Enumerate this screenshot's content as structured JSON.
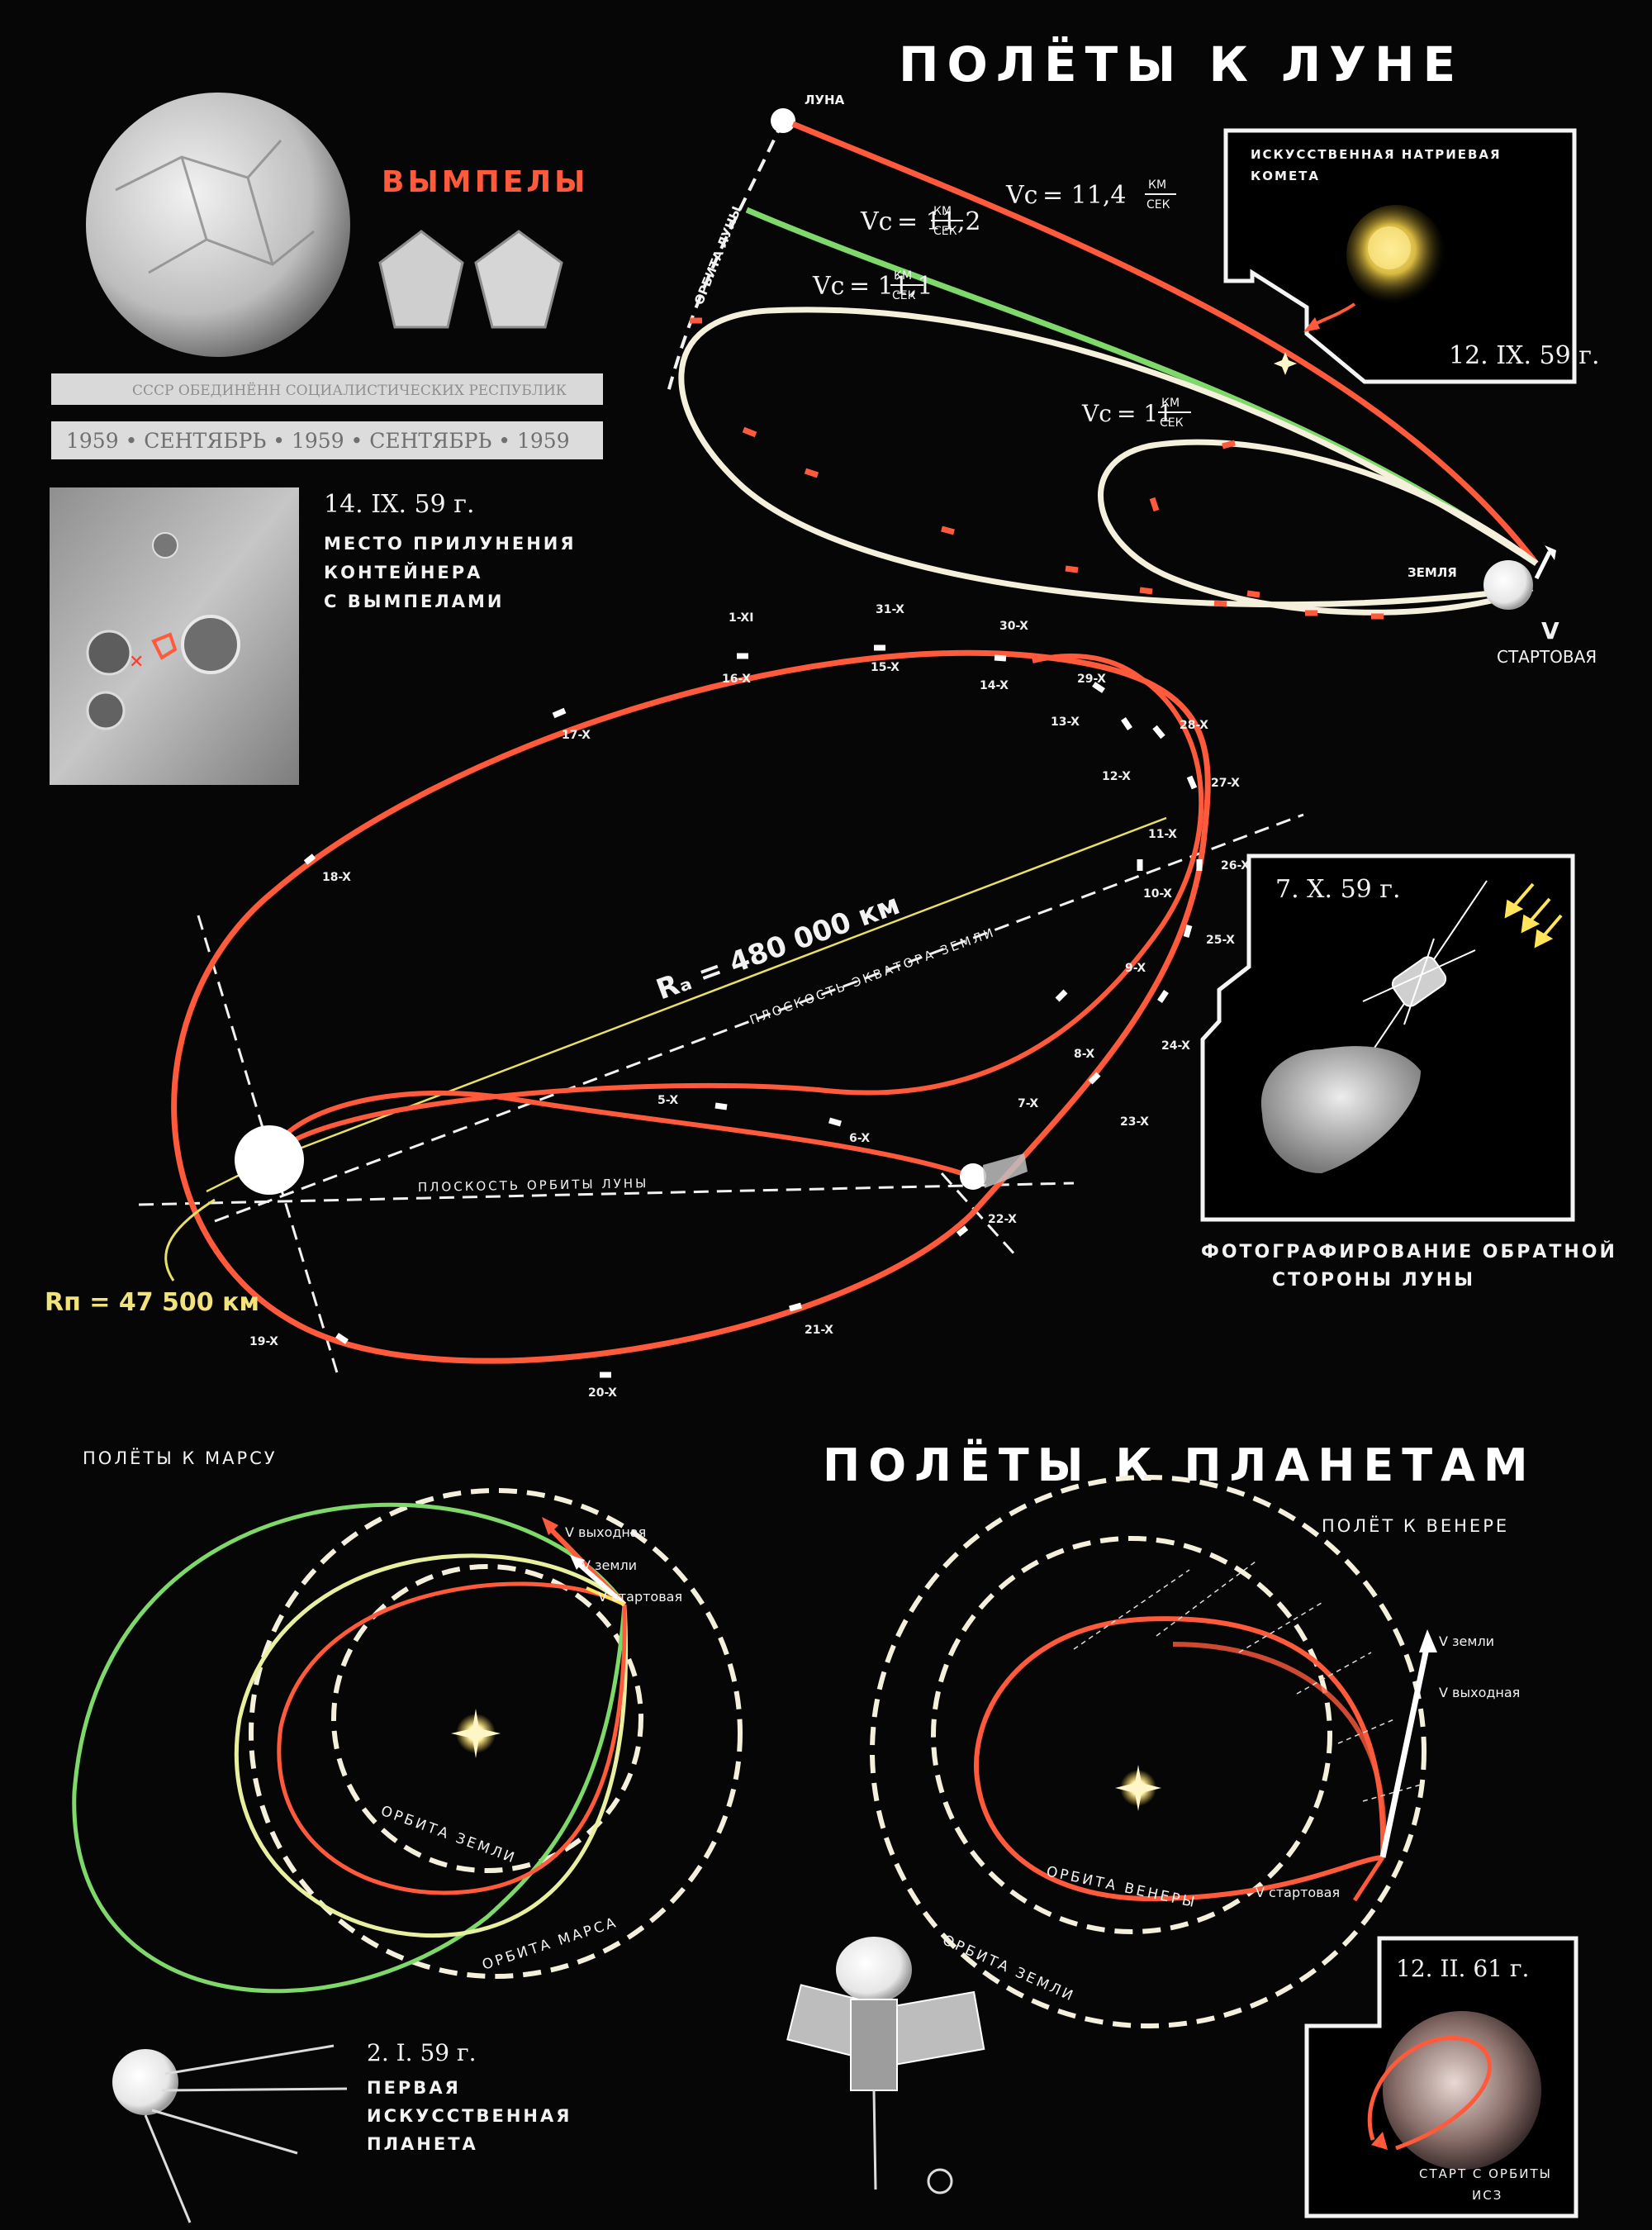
{
  "moon": {
    "title": "ПОЛЁТЫ К ЛУНЕ",
    "pennants_title": "ВЫМПЕЛЫ",
    "pennant_strip_top": "СССР ОБЕДИНЁНН СОЦИАЛИСТИЧЕСКИХ РЕСПУБЛИК",
    "pennant_strip_bottom": "1959 • СЕНТЯБРЬ • 1959 • СЕНТЯБРЬ • 1959",
    "landing_date": "14. IX. 59 г.",
    "landing_caption": [
      "МЕСТО ПРИЛУНЕНИЯ",
      "КОНТЕЙНЕРА",
      "С ВЫМПЕЛАМИ"
    ],
    "moon_label": "ЛУНА",
    "moon_orbit_label": "ОРБИТА ЛУНЫ",
    "earth_label": "ЗЕМЛЯ",
    "v_start": "V",
    "v_start_sub": "СТАРТОВАЯ",
    "velocities": [
      {
        "prefix": "Vc",
        "value": "= 11,4",
        "unit_top": "КМ",
        "unit_bottom": "СЕК"
      },
      {
        "prefix": "Vc",
        "value": "= 11,2",
        "unit_top": "КМ",
        "unit_bottom": "СЕК"
      },
      {
        "prefix": "Vc",
        "value": "= 11,1",
        "unit_top": "КМ",
        "unit_bottom": "СЕК"
      },
      {
        "prefix": "Vc",
        "value": "= 11",
        "unit_top": "КМ",
        "unit_bottom": "СЕК"
      }
    ],
    "comet_caption": [
      "ИСКУССТВЕННАЯ НАТРИЕВАЯ",
      "КОМЕТА"
    ],
    "comet_date": "12. IX. 59 г."
  },
  "circumlunar": {
    "ra": "Rₐ = 480 000 км",
    "rp": "Rп = 47 500 км",
    "earth_equator": "ПЛОСКОСТЬ ЭКВАТОРА ЗЕМЛИ",
    "moon_orbit_plane": "ПЛОСКОСТЬ ОРБИТЫ ЛУНЫ",
    "dates": [
      "1-XI",
      "31-X",
      "30-X",
      "29-X",
      "28-X",
      "27-X",
      "26-X",
      "25-X",
      "24-X",
      "23-X",
      "22-X",
      "21-X",
      "20-X",
      "19-X",
      "18-X",
      "17-X",
      "16-X",
      "15-X",
      "14-X",
      "13-X",
      "12-X",
      "11-X",
      "10-X",
      "9-X",
      "8-X",
      "7-X",
      "6-X",
      "5-X"
    ],
    "photo_date": "7. X. 59 г.",
    "photo_caption": [
      "ФОТОГРАФИРОВАНИЕ ОБРАТНОЙ",
      "СТОРОНЫ ЛУНЫ"
    ]
  },
  "planets": {
    "title": "ПОЛЁТЫ К ПЛАНЕТАМ",
    "mars_title": "ПОЛЁТЫ К МАРСУ",
    "mars_v": [
      "V выходная",
      "V земли",
      "V стартовая"
    ],
    "earth_orbit": "ОРБИТА ЗЕМЛИ",
    "mars_orbit": "ОРБИТА МАРСА",
    "mars_date": "2. I. 59 г.",
    "mars_caption": [
      "ПЕРВАЯ",
      "ИСКУССТВЕННАЯ",
      "ПЛАНЕТА"
    ],
    "venus_title": "ПОЛЁТ К ВЕНЕРЕ",
    "venus_v": [
      "V земли",
      "V выходная",
      "V стартовая"
    ],
    "venus_orbit": "ОРБИТА ВЕНЕРЫ",
    "venus_earth_orbit": "ОРБИТА ЗЕМЛИ",
    "venus_date": "12. II. 61 г.",
    "venus_caption": [
      "СТАРТ С ОРБИТЫ",
      "ИСЗ"
    ]
  },
  "colors": {
    "background": "#060606",
    "trajectory_red": "#ff5a3c",
    "trajectory_green": "#7fd86a",
    "trajectory_cream": "#f4f0dc",
    "sun_yellow": "#fff2a0"
  }
}
